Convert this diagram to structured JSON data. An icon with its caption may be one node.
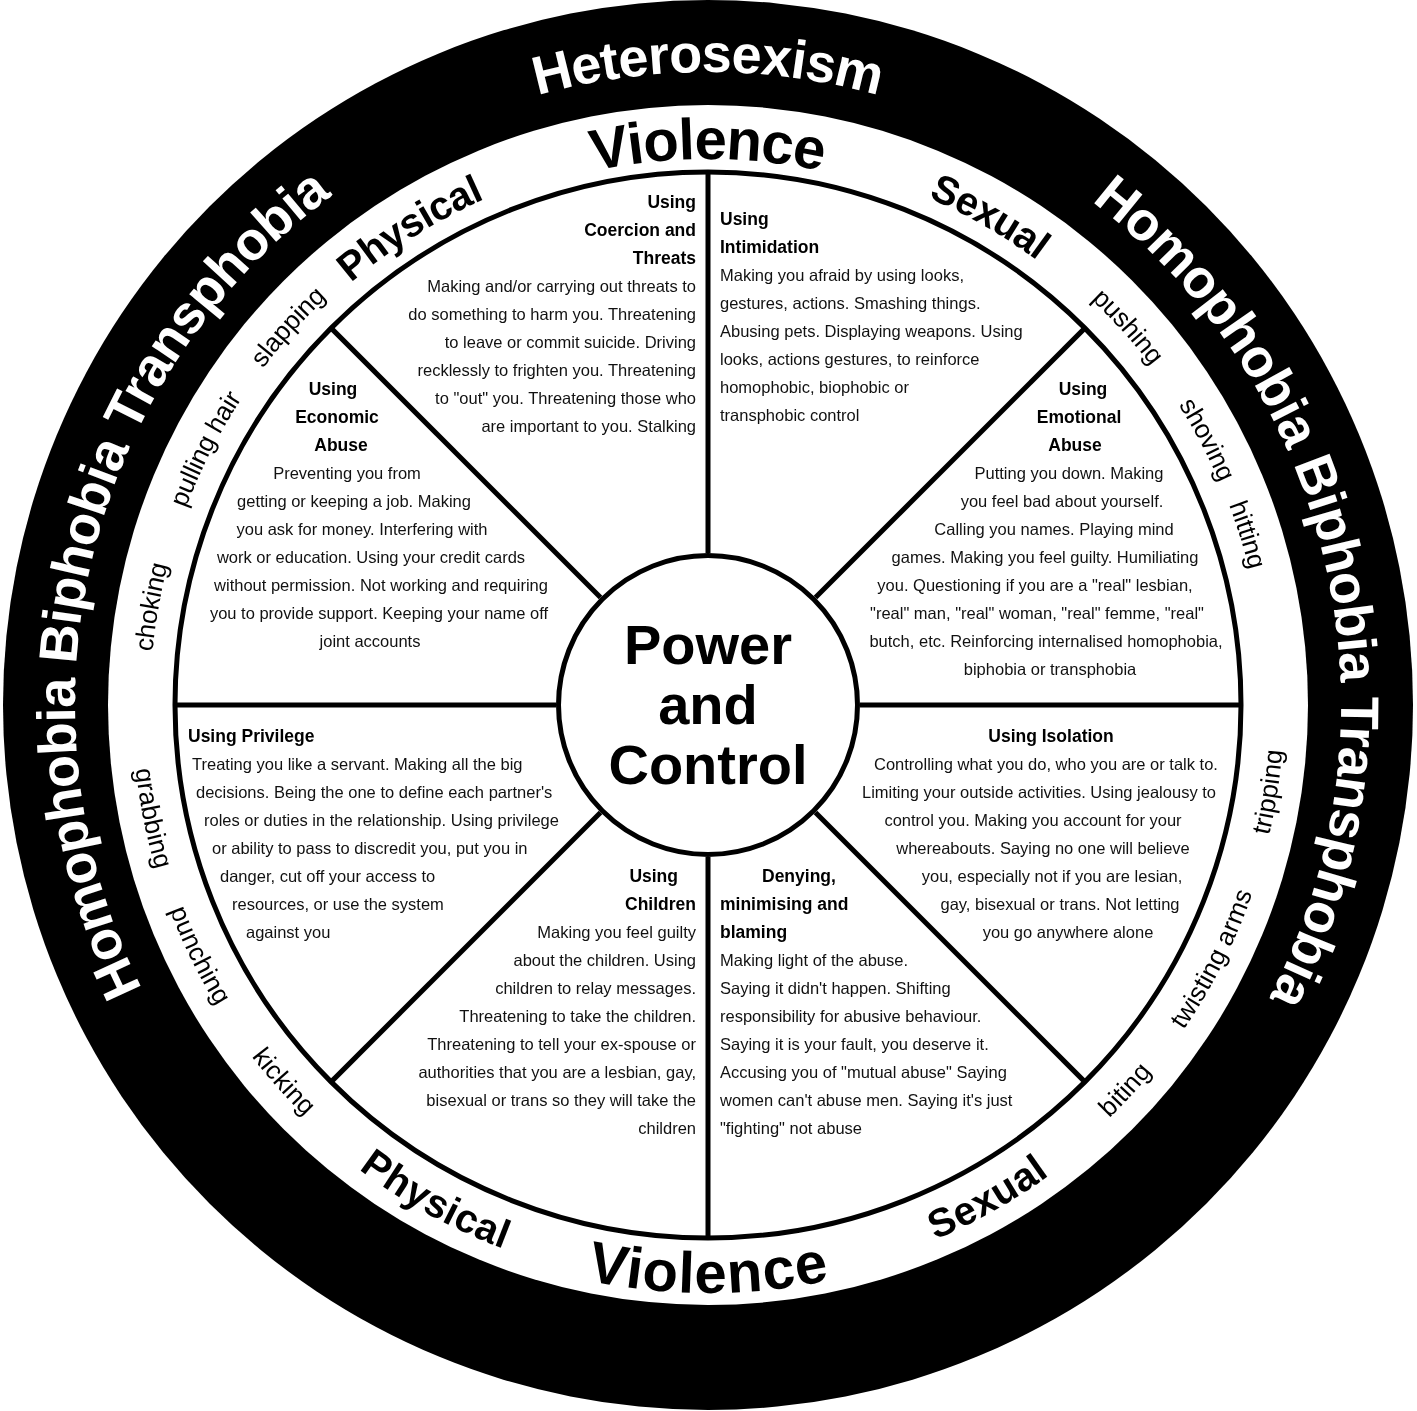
{
  "diagram": {
    "nodes": [
      {
        "text": [
          "Power and Control"
        ]
      },
      {
        "text": [
          "Using Coercion and Threats",
          "Making and/or carrying out threats to do something to harm you. Threatening to leave or commit suicide. Driving recklessly to frighten you. Threatening to \"out\" you. Threatening those who are important to you. Stalking"
        ]
      },
      {
        "text": [
          "Using Intimidation",
          "Making you afraid by using looks, gestures, actions. Smashing things. Abusing pets. Displaying weapons. Using looks, actions gestures, to reinforce homophobic, biophobic or transphobic control"
        ]
      },
      {
        "text": [
          "Using Economic Abuse",
          "Preventing you from getting or keeping a job. Making you ask for money. Interfering with work or education. Using your credit cards without permission. Not working and requiring you to provide support. Keeping your name off joint accounts"
        ]
      },
      {
        "text": [
          "Using Emotional Abuse",
          "Putting you down. Making you feel bad about yourself. Calling you names. Playing mind games. Making you feel guilty. Humiliating you. Questioning if you are a \"real\" lesbian, \"real\" man, \"real\" woman, \"real\" femme, \"real\" butch, etc. Reinforcing internalised homophobia, biphobia or transphobia"
        ]
      },
      {
        "text": [
          "Using Privilege",
          "Treating you like a servant. Making all the big decisions. Being the one to define each partner's roles or duties in the relationship. Using privilege or ability to pass to discredit you, put you in danger, cut off your access to resources, or use the system against you"
        ]
      },
      {
        "text": [
          "Using Isolation",
          "Controlling what you do, who you are or talk to. Limiting your outside activities. Using jealousy to control you. Making you account for your whereabouts. Saying no one will believe you, especially not if you are lesian, gay, bisexual or trans. Not letting you go anywhere alone"
        ]
      },
      {
        "text": [
          "Using Children",
          "Making you feel guilty about the children. Using children to relay messages. Threatening to take the children. Threatening to tell your ex-spouse or authorities that you are a lesbian, gay, bisexual or trans so they will take the children"
        ]
      },
      {
        "text": [
          "Denying, minimising and blaming",
          "Making light of the abuse. Saying it didn't happen. Shifting responsibility for abusive behaviour. Saying it is your fault, you deserve it. Accusing you of \"mutual abuse\" Saying women can't abuse men. Saying it's just \"fighting\" not abuse"
        ]
      }
    ],
    "labels": [
      "Heterosexism",
      "Violence",
      "Physical",
      "Sexual",
      "Homophobia Biphobia Transphobia",
      "Homophobia Biphobia Transphobia",
      "slapping",
      "pulling hair",
      "choking",
      "pushing",
      "shoving",
      "hitting",
      "grabbing",
      "punching",
      "kicking",
      "tripping",
      "twisting arms",
      "biting",
      "Physical",
      "Violence",
      "Sexual"
    ]
  }
}
